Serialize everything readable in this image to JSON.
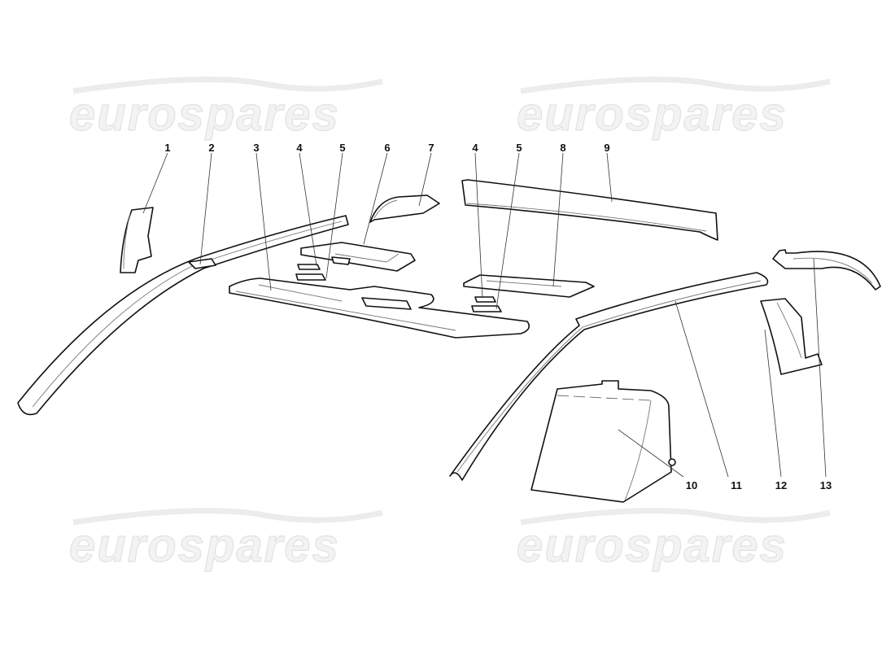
{
  "watermark": {
    "text": "eurospares",
    "color": "#e2e2e2"
  },
  "callouts": [
    "1",
    "2",
    "3",
    "4",
    "5",
    "6",
    "7",
    "4",
    "5",
    "8",
    "9",
    "10",
    "11",
    "12",
    "13"
  ]
}
